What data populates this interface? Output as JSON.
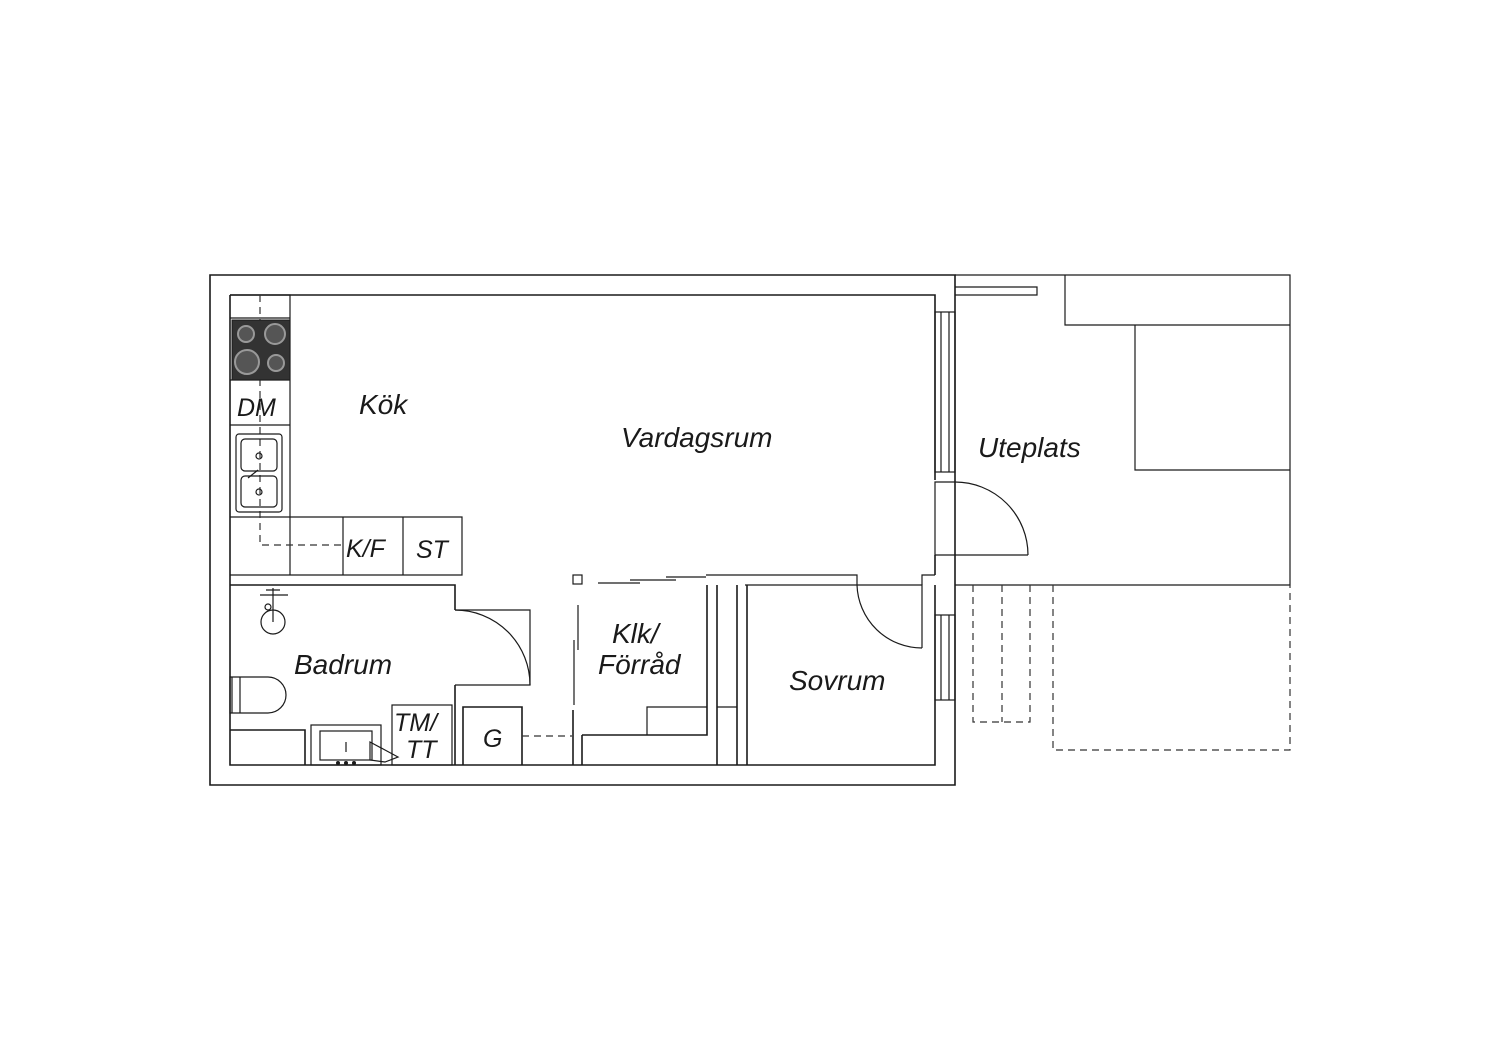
{
  "rooms": {
    "kitchen": "Kök",
    "living": "Vardagsrum",
    "patio": "Uteplats",
    "bathroom": "Badrum",
    "closet_line1": "Klk/",
    "closet_line2": "Förråd",
    "bedroom": "Sovrum"
  },
  "fixtures": {
    "dishwasher": "DM",
    "fridge_freezer": "K/F",
    "cabinet": "ST",
    "washer_dryer_line1": "TM/",
    "washer_dryer_line2": "TT",
    "wardrobe": "G"
  },
  "icons": [
    "stove-icon",
    "sink-icon",
    "shower-icon",
    "toilet-icon",
    "washbasin-icon",
    "door-swing-icon",
    "window-icon"
  ],
  "colors": {
    "line": "#1a1a1a",
    "stove": "#333333",
    "background": "#ffffff"
  }
}
